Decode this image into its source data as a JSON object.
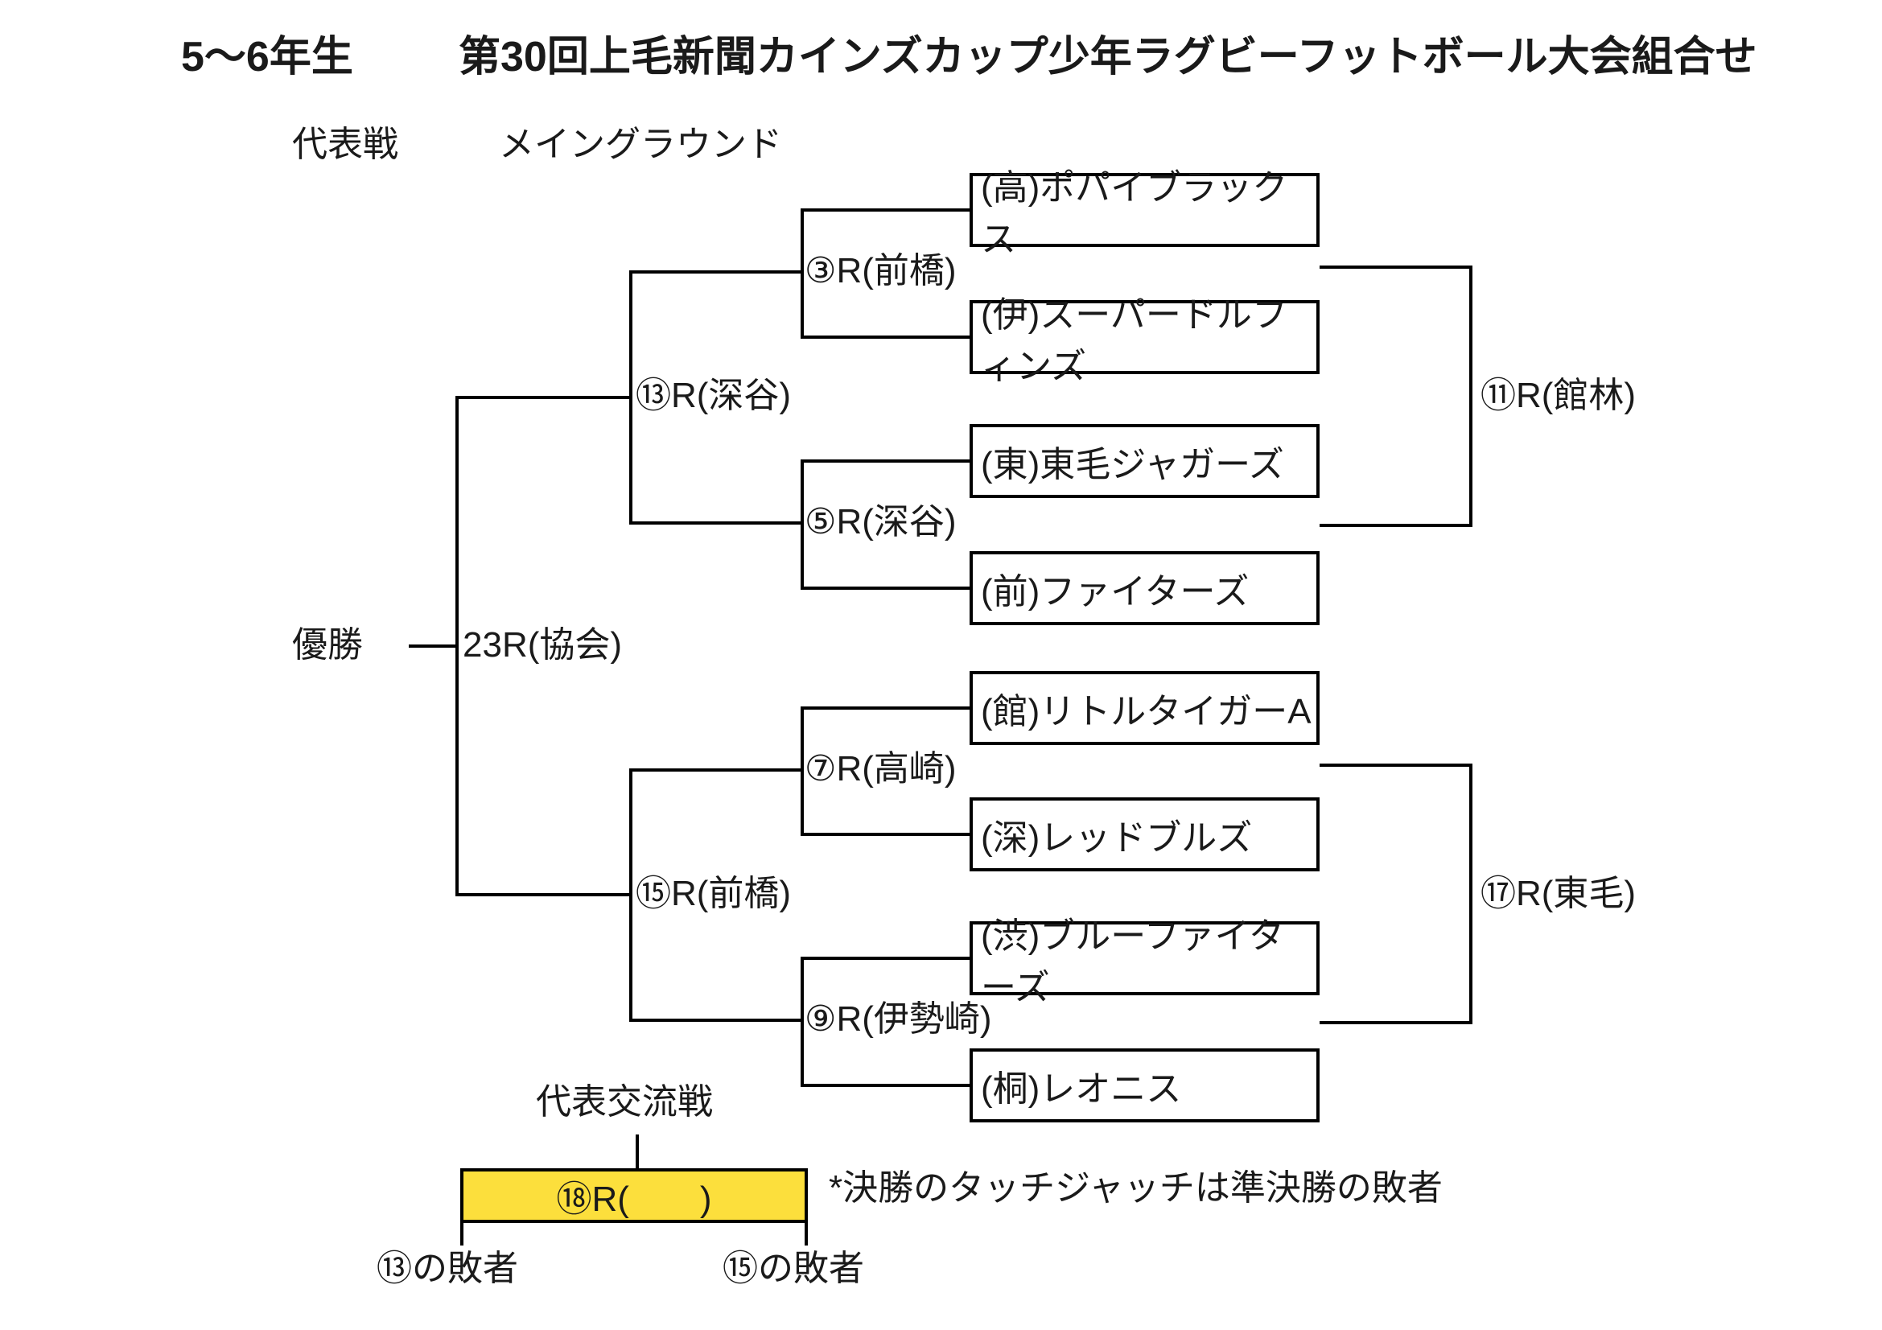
{
  "header": {
    "grade": "5〜6年生",
    "title": "第30回上毛新聞カインズカップ少年ラグビーフットボール大会組合せ"
  },
  "columns": {
    "representative_label": "代表戦",
    "main_ground_label": "メイングラウンド"
  },
  "final": {
    "champion_label": "優勝",
    "final_match": "23R(協会)"
  },
  "bracket": {
    "semifinal_top": "⑬R(深谷)",
    "semifinal_bottom": "⑮R(前橋)",
    "quarter_1": "③R(前橋)",
    "quarter_2": "⑤R(深谷)",
    "quarter_3": "⑦R(高崎)",
    "quarter_4": "⑨R(伊勢崎)",
    "consolation_top": "⑪R(館林)",
    "consolation_bottom": "⑰R(東毛)"
  },
  "teams": {
    "t1": "(高)ポパイブラックス",
    "t2": "(伊)スーパードルフィンズ",
    "t3": "(東)東毛ジャガーズ",
    "t4": "(前)ファイターズ",
    "t5": "(館)リトルタイガーA",
    "t6": "(深)レッドブルズ",
    "t7": "(渋)ブルーファイターズ",
    "t8": "(桐)レオニス"
  },
  "exchange": {
    "heading": "代表交流戦",
    "match": "⑱R(　　)",
    "left_source": "⑬の敗者",
    "right_source": "⑮の敗者"
  },
  "note": {
    "text": "*決勝のタッチジャッチは準決勝の敗者"
  },
  "colors": {
    "highlight": "#FCDF3C",
    "line": "#000000",
    "text": "#1a1a1a"
  }
}
